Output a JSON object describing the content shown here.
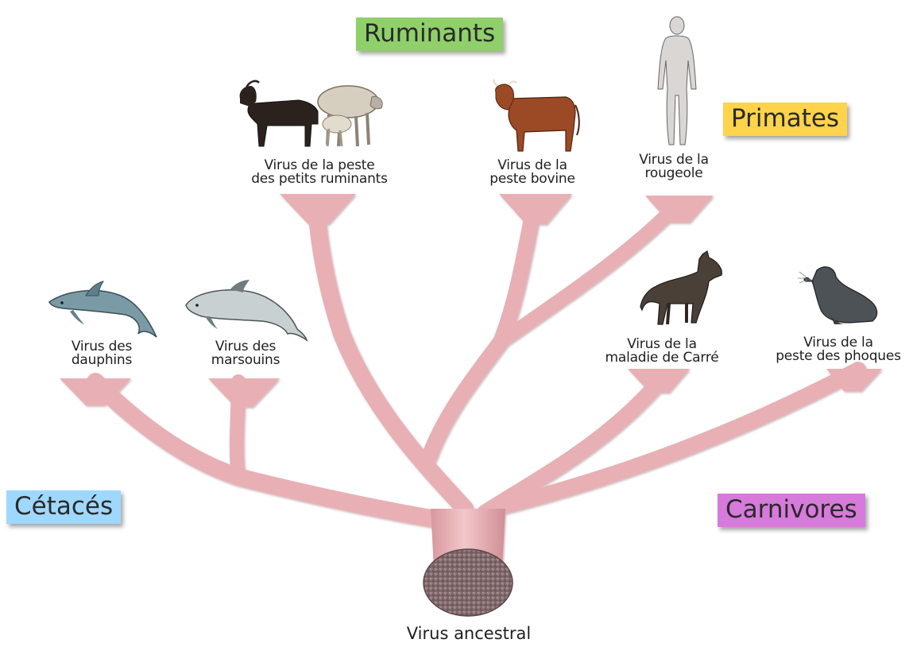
{
  "groups": {
    "ruminants": {
      "label": "Ruminants",
      "color": "#8fd06a"
    },
    "primates": {
      "label": "Primates",
      "color": "#ffd34a"
    },
    "cetaces": {
      "label": "Cétacés",
      "color": "#9fd8ff"
    },
    "carnivores": {
      "label": "Carnivores",
      "color": "#d77adb"
    }
  },
  "viruses": {
    "dauphins": {
      "line1": "Virus des",
      "line2": "dauphins",
      "animal": "dolphin-icon"
    },
    "marsouins": {
      "line1": "Virus des",
      "line2": "marsouins",
      "animal": "porpoise-icon"
    },
    "ppr": {
      "line1": "Virus de la peste",
      "line2": "des petits ruminants",
      "animal": "goat-and-sheep-icon"
    },
    "bovine": {
      "line1": "Virus de la",
      "line2": "peste bovine",
      "animal": "cow-icon"
    },
    "rougeole": {
      "line1": "Virus de la",
      "line2": "rougeole",
      "animal": "human-icon"
    },
    "carre": {
      "line1": "Virus de la",
      "line2": "maladie de Carré",
      "animal": "dog-icon"
    },
    "phoques": {
      "line1": "Virus de la",
      "line2": "peste des phoques",
      "animal": "seal-icon"
    }
  },
  "root": {
    "label": "Virus ancestral"
  },
  "colors": {
    "branch": "#e8b0b4",
    "branch_edge": "#c98a90",
    "root_disc": "#8a7274"
  }
}
